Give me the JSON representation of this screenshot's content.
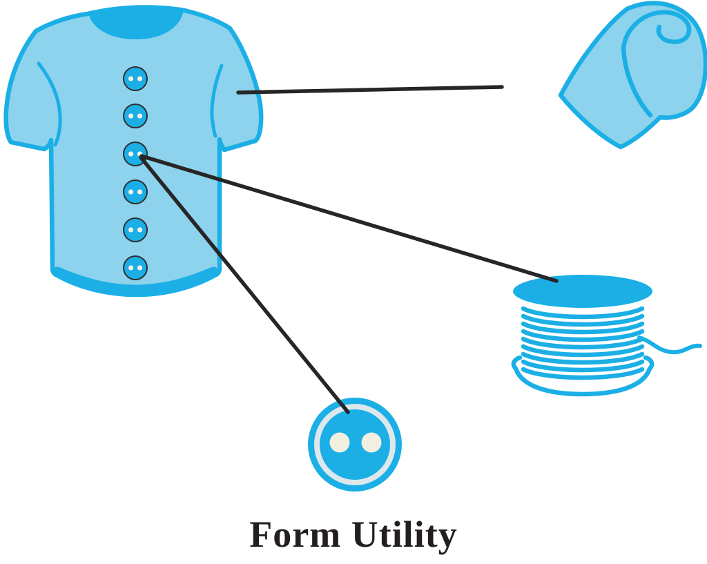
{
  "title": "Form Utility",
  "colors": {
    "bg": "#FFFFFF",
    "shirt-fill": "#8DD3ED",
    "cyan": "#1BAFE6",
    "button-line": "#2E2E2E",
    "connector": "#262626",
    "dot": "#F6F3E8",
    "cream": "#F2EFE0",
    "pale-ring": "#DDE8EC",
    "text": "#231F20"
  },
  "diagram": {
    "nodes": [
      {
        "name": "t-shirt",
        "alt": "blue t-shirt with six two-hole buttons"
      },
      {
        "name": "bolt-of-fabric",
        "alt": "rolled bolt of blue fabric"
      },
      {
        "name": "spool-of-thread",
        "alt": "spool wound with blue thread, loose thread end"
      },
      {
        "name": "button",
        "alt": "large two-hole button"
      }
    ],
    "connectors": [
      {
        "from": "t-shirt-sleeve",
        "to": "bolt-of-fabric"
      },
      {
        "from": "shirt-button-3",
        "to": "spool-of-thread"
      },
      {
        "from": "shirt-button-3",
        "to": "button"
      }
    ]
  }
}
